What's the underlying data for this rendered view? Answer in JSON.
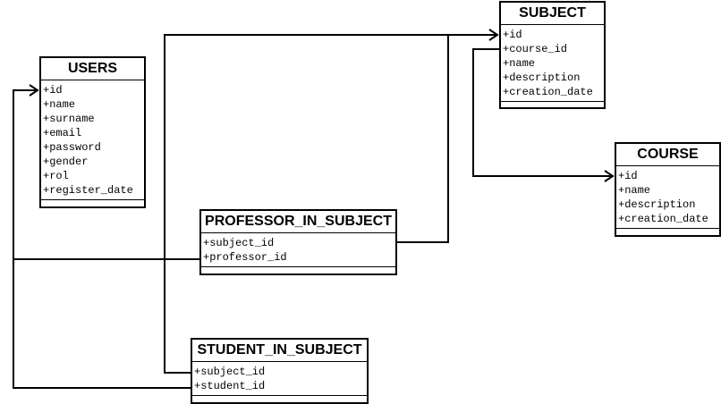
{
  "entities": {
    "users": {
      "title": "USERS",
      "attributes": [
        "+id",
        "+name",
        "+surname",
        "+email",
        "+password",
        "+gender",
        "+rol",
        "+register_date"
      ]
    },
    "subject": {
      "title": "SUBJECT",
      "attributes": [
        "+id",
        "+course_id",
        "+name",
        "+description",
        "+creation_date"
      ]
    },
    "course": {
      "title": "COURSE",
      "attributes": [
        "+id",
        "+name",
        "+description",
        "+creation_date"
      ]
    },
    "professor_in_subject": {
      "title": "PROFESSOR_IN_SUBJECT",
      "attributes": [
        "+subject_id",
        "+professor_id"
      ]
    },
    "student_in_subject": {
      "title": "STUDENT_IN_SUBJECT",
      "attributes": [
        "+subject_id",
        "+student_id"
      ]
    }
  },
  "relationships": [
    {
      "from": "professor_in_subject.subject_id",
      "to": "subject.id"
    },
    {
      "from": "student_in_subject.subject_id",
      "to": "subject.id"
    },
    {
      "from": "subject.course_id",
      "to": "course.id"
    },
    {
      "from": "professor_in_subject.professor_id",
      "to": "users.id"
    },
    {
      "from": "student_in_subject.student_id",
      "to": "users.id"
    }
  ],
  "colors": {
    "line": "#000000",
    "background": "#ffffff"
  }
}
